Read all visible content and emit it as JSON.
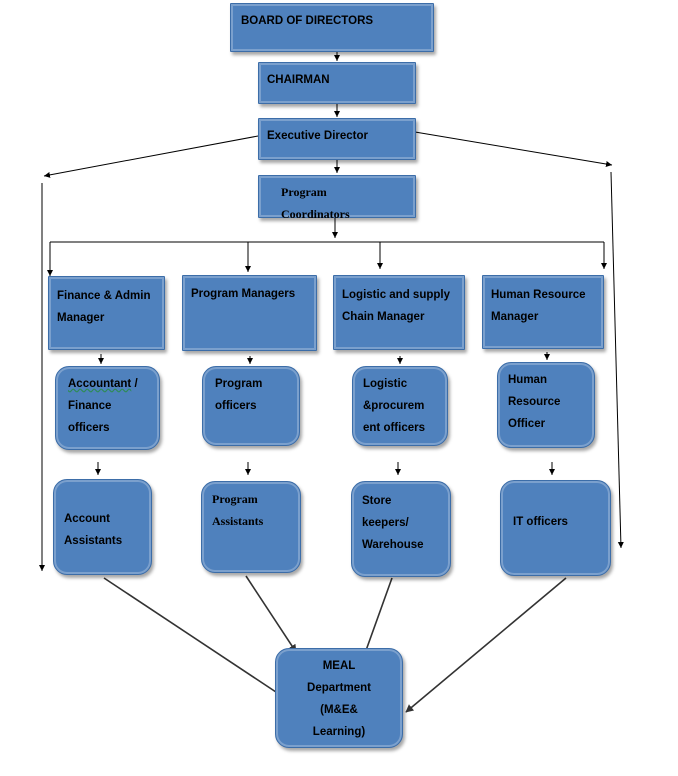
{
  "org": {
    "board": "BOARD OF DIRECTORS",
    "chairman": "CHAIRMAN",
    "executive": "Executive Director",
    "coordinators": "Program Coordinators",
    "finance_manager": "Finance  &  Admin\nManager",
    "program_managers": "Program Managers",
    "logistic_manager": "Logistic and supply\nChain Manager",
    "hr_manager": "Human  Resource\nManager",
    "accountant_line1": "Accountant",
    "accountant_rest": "  /\nFinance\nofficers",
    "program_officers": "Program\nofficers",
    "logistic_officers": "Logistic\n&procurem\nent officers",
    "hr_officer": "Human\nResource\nOfficer",
    "account_assistants": "Account\nAssistants",
    "program_assistants": "Program\nAssistants",
    "store_keepers": "Store\nkeepers/\nWarehouse",
    "it_officers": "IT officers",
    "meal": "MEAL\nDepartment\n(M&E&\nLearning)"
  }
}
